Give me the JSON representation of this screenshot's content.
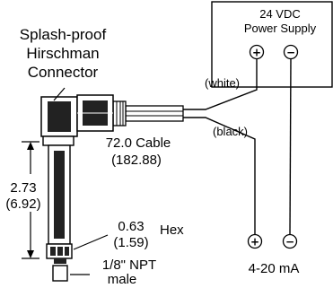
{
  "connector": {
    "line1": "Splash-proof",
    "line2": "Hirschman",
    "line3": "Connector"
  },
  "power_supply": {
    "line1": "24 VDC",
    "line2": "Power Supply"
  },
  "wires": {
    "white": "(white)",
    "black": "(black)"
  },
  "cable": {
    "line1": "72.0 Cable",
    "line2": "(182.88)"
  },
  "length": {
    "line1": "2.73",
    "line2": "(6.92)"
  },
  "hex": {
    "line1": "0.63",
    "line2": "(1.59)",
    "label": "Hex"
  },
  "npt": {
    "line1": "1/8\" NPT",
    "line2": "male"
  },
  "output": {
    "label": "4-20 mA"
  },
  "terminals": {
    "plus": "+",
    "minus": "−"
  }
}
